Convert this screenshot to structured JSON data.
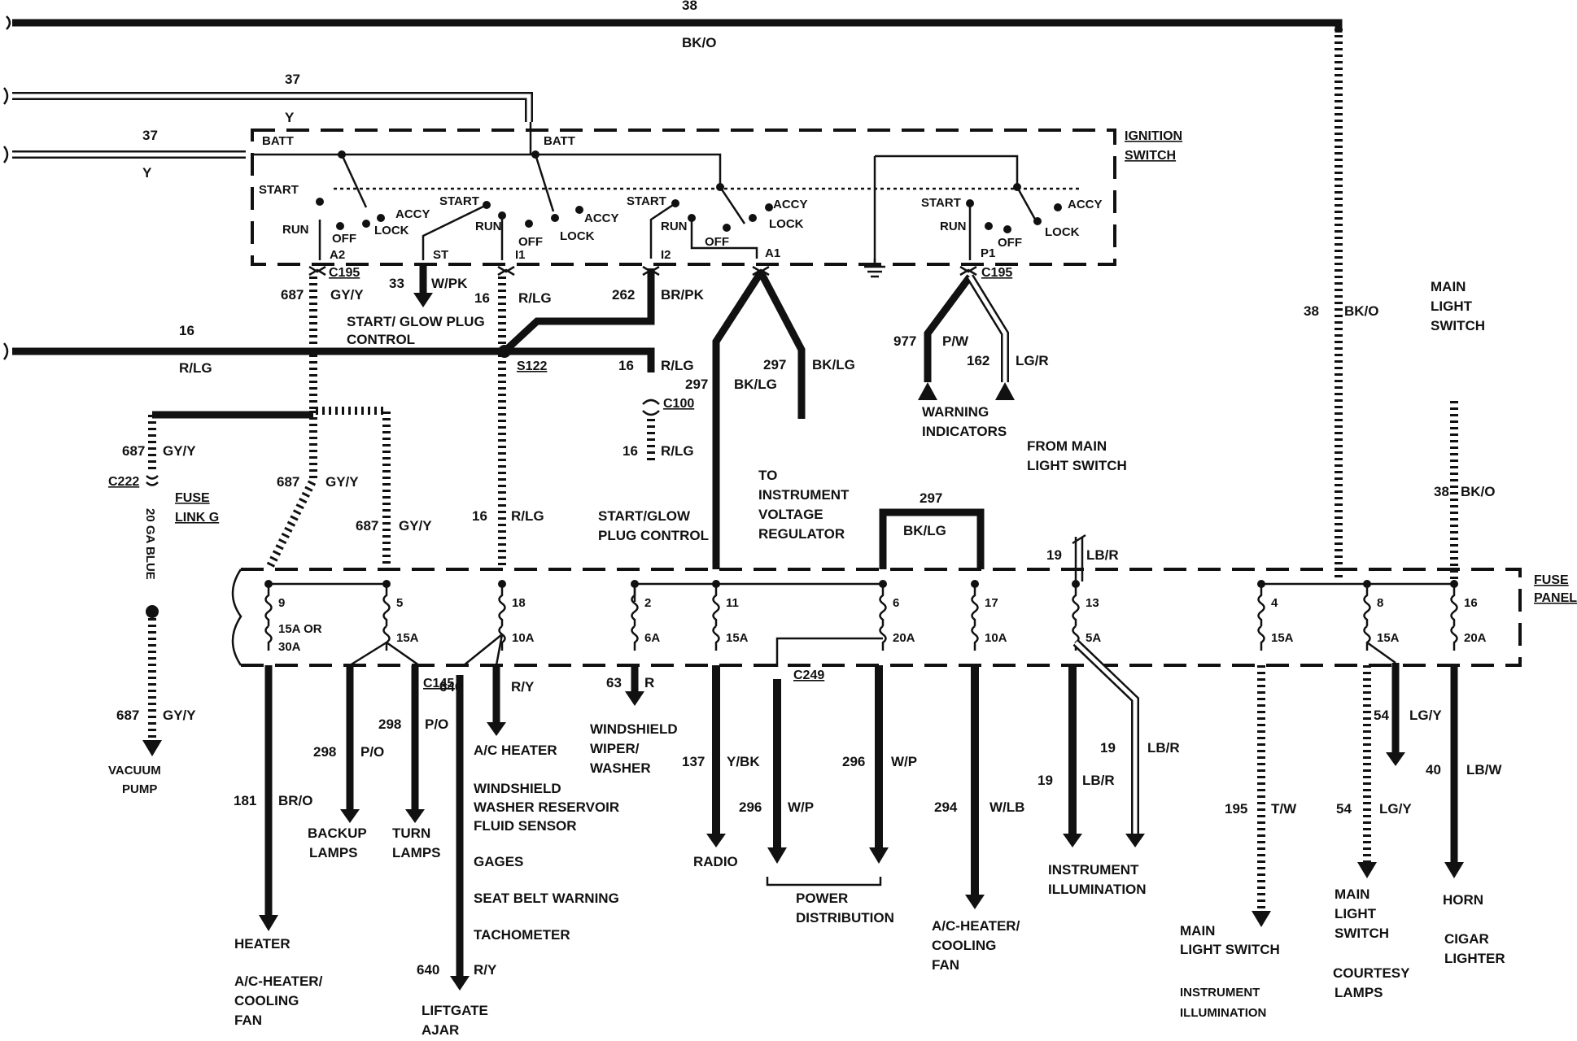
{
  "diagram": {
    "ignition_switch_title": [
      "IGNITION",
      "SWITCH"
    ],
    "fuse_panel_title": [
      "FUSE",
      "PANEL"
    ],
    "main_light_switch_title": [
      "MAIN",
      "LIGHT",
      "SWITCH"
    ],
    "fuse_link": [
      "FUSE",
      "LINK G"
    ],
    "wire_20ga": "20 GA BLUE",
    "switch_positions": {
      "batt": "BATT",
      "start": "START",
      "run": "RUN",
      "off": "OFF",
      "accy": "ACCY",
      "lock": "LOCK",
      "st": "ST"
    },
    "terminals": [
      "A2",
      "I1",
      "I2",
      "A1",
      "P1"
    ],
    "connectors": [
      "C195",
      "C195",
      "S122",
      "C100",
      "C222",
      "C145",
      "C249"
    ],
    "top_wires": [
      {
        "circuit": "38",
        "color": "BK/O"
      },
      {
        "circuit": "37",
        "color": "Y"
      },
      {
        "circuit": "37",
        "color": "Y"
      }
    ],
    "wire_labels": [
      {
        "circuit": "687",
        "color": "GY/Y"
      },
      {
        "circuit": "33",
        "color": "W/PK"
      },
      {
        "circuit": "16",
        "color": "R/LG"
      },
      {
        "circuit": "262",
        "color": "BR/PK"
      },
      {
        "circuit": "297",
        "color": "BK/LG"
      },
      {
        "circuit": "977",
        "color": "P/W"
      },
      {
        "circuit": "162",
        "color": "LG/R"
      },
      {
        "circuit": "38",
        "color": "BK/O"
      },
      {
        "circuit": "19",
        "color": "LB/R"
      },
      {
        "circuit": "640",
        "color": "R/Y"
      },
      {
        "circuit": "63",
        "color": "R"
      },
      {
        "circuit": "137",
        "color": "Y/BK"
      },
      {
        "circuit": "296",
        "color": "W/P"
      },
      {
        "circuit": "294",
        "color": "W/LB"
      },
      {
        "circuit": "181",
        "color": "BR/O"
      },
      {
        "circuit": "298",
        "color": "P/O"
      },
      {
        "circuit": "195",
        "color": "T/W"
      },
      {
        "circuit": "54",
        "color": "LG/Y"
      },
      {
        "circuit": "40",
        "color": "LB/W"
      }
    ],
    "fuses": [
      {
        "num": "9",
        "rating": "15A OR 30A"
      },
      {
        "num": "5",
        "rating": "15A"
      },
      {
        "num": "18",
        "rating": "10A"
      },
      {
        "num": "2",
        "rating": "6A"
      },
      {
        "num": "11",
        "rating": "15A"
      },
      {
        "num": "6",
        "rating": "20A"
      },
      {
        "num": "17",
        "rating": "10A"
      },
      {
        "num": "13",
        "rating": "5A"
      },
      {
        "num": "4",
        "rating": "15A"
      },
      {
        "num": "8",
        "rating": "15A"
      },
      {
        "num": "16",
        "rating": "20A"
      }
    ],
    "notes": {
      "start_glow_1": [
        "START/ GLOW PLUG",
        "CONTROL"
      ],
      "start_glow_2": [
        "START/GLOW",
        "PLUG CONTROL"
      ],
      "to_ivr": [
        "TO",
        "INSTRUMENT",
        "VOLTAGE",
        "REGULATOR"
      ],
      "warning": [
        "WARNING",
        "INDICATORS"
      ],
      "from_mls": [
        "FROM MAIN",
        "LIGHT SWITCH"
      ]
    },
    "destinations": {
      "vacuum": [
        "VACUUM",
        "PUMP"
      ],
      "heater": [
        "HEATER",
        "A/C-HEATER/",
        "COOLING",
        "FAN"
      ],
      "backup": [
        "BACKUP",
        "LAMPS"
      ],
      "turn": [
        "TURN",
        "LAMPS"
      ],
      "ac_list": [
        "A/C HEATER",
        "WINDSHIELD",
        "WASHER RESERVOIR",
        "FLUID SENSOR",
        "GAGES",
        "SEAT BELT WARNING",
        "TACHOMETER"
      ],
      "liftgate": [
        "LIFTGATE",
        "AJAR"
      ],
      "wiper": [
        "WINDSHIELD",
        "WIPER/",
        "WASHER"
      ],
      "radio": "RADIO",
      "power": [
        "POWER",
        "DISTRIBUTION"
      ],
      "acfan": [
        "A/C-HEATER/",
        "COOLING",
        "FAN"
      ],
      "inst_illum": [
        "INSTRUMENT",
        "ILLUMINATION"
      ],
      "mls_left": [
        "MAIN",
        "LIGHT SWITCH",
        "INSTRUMENT",
        "ILLUMINATION"
      ],
      "mls_mid": [
        "MAIN",
        "LIGHT",
        "SWITCH",
        "COURTESY",
        "LAMPS"
      ],
      "horn": [
        "HORN",
        "CIGAR",
        "LIGHTER"
      ]
    }
  }
}
